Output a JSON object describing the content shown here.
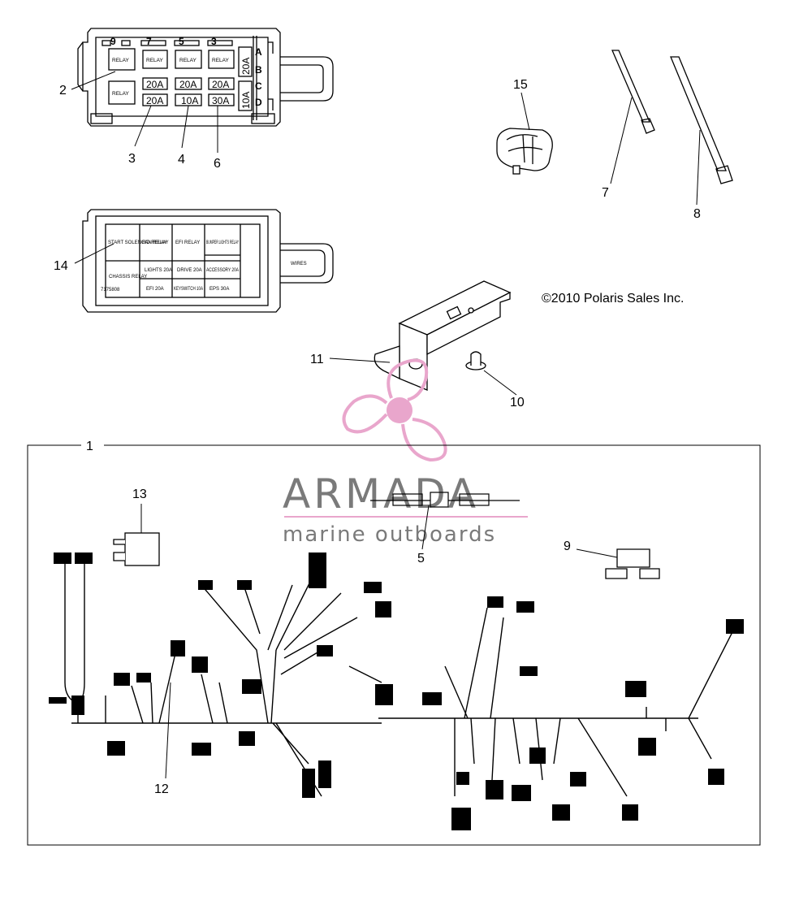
{
  "copyright": "©2010 Polaris Sales Inc.",
  "watermark": {
    "brand": "ARMADA",
    "tagline": "marine outboards",
    "accent_color": "#e9a6cc",
    "text_color": "#7a7a7a"
  },
  "callouts": {
    "c1": "1",
    "c2": "2",
    "c3": "3",
    "c4": "4",
    "c5": "5",
    "c6": "6",
    "c7": "7",
    "c8": "8",
    "c9": "9",
    "c10": "10",
    "c11": "11",
    "c12": "12",
    "c13": "13",
    "c14": "14",
    "c15": "15"
  },
  "fuse_box": {
    "top_numbers": [
      "9",
      "7",
      "5",
      "3"
    ],
    "side_letters": [
      "A",
      "B",
      "C",
      "D"
    ],
    "relays": [
      "RELAY",
      "RELAY",
      "RELAY",
      "RELAY",
      "RELAY"
    ],
    "fuses_row1": [
      "20A",
      "20A",
      "20A"
    ],
    "fuses_row2": [
      "20A",
      "10A",
      "30A"
    ],
    "side_fuses": [
      "20A",
      "10A"
    ]
  },
  "fuse_cover": {
    "cells": [
      "START SOLENOID RELAY",
      "FAN RELAY",
      "EFI RELAY",
      "BUMPER LIGHTS RELAY",
      "CHASSIS RELAY",
      "LIGHTS 20A",
      "DRIVE 20A",
      "ACCESSORY 20A",
      "EFI 20A",
      "KEYSWITCH 10A",
      "EPS 30A"
    ],
    "wires_label": "WIRES",
    "part_no": "7175808"
  }
}
